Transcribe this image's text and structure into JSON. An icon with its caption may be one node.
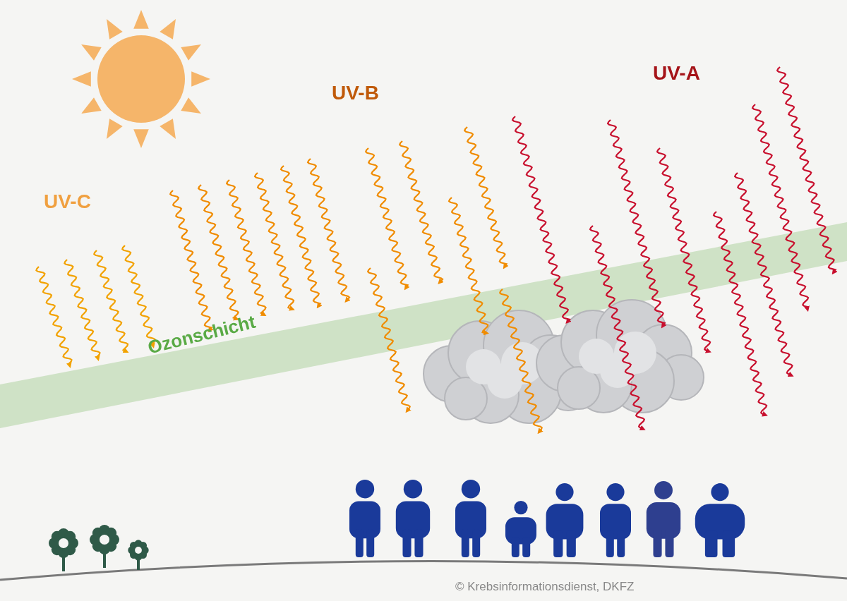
{
  "diagram": {
    "labels": [
      "UV-A",
      "UV-B",
      "UV-C",
      "Ozonschicht",
      "© Krebsinformationsdienst, DKFZ"
    ]
  }
}
